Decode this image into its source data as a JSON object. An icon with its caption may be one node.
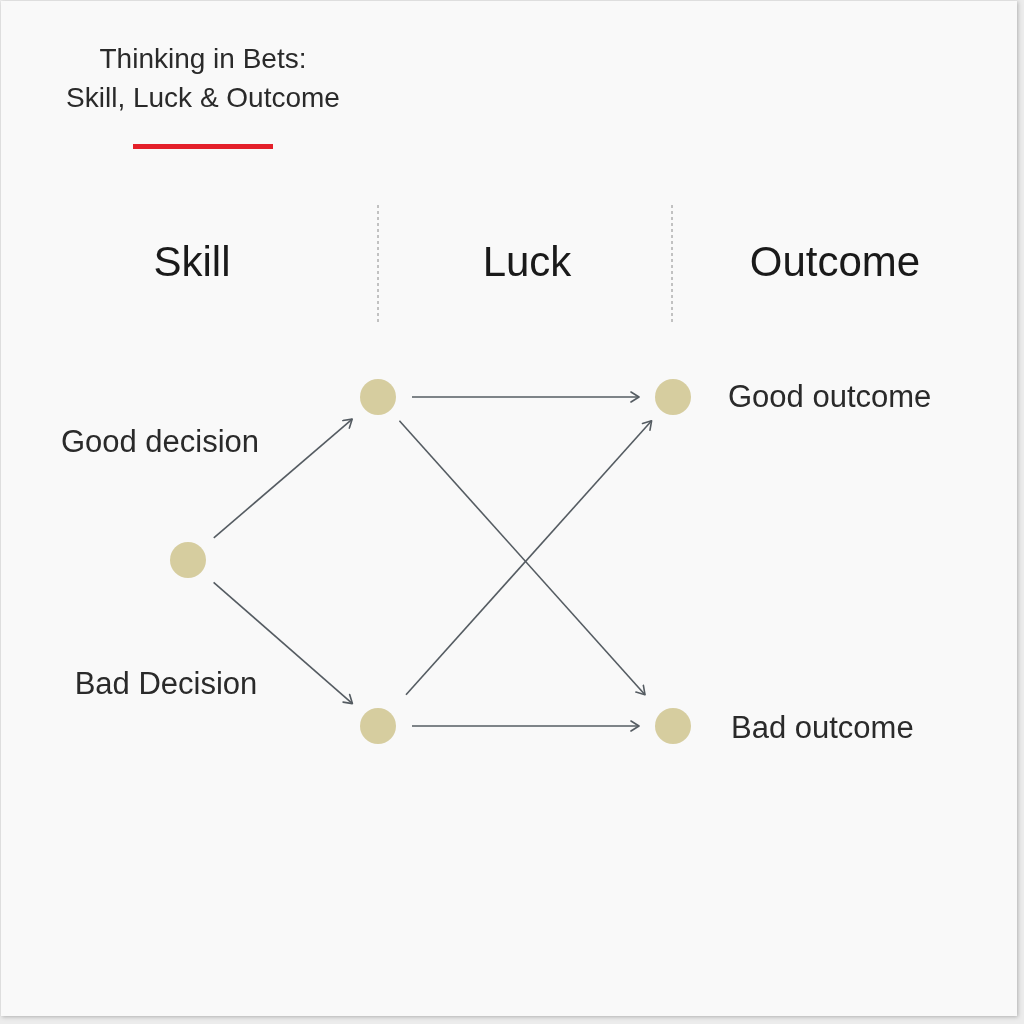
{
  "diagram": {
    "title": "Thinking in Bets: Skill, Luck & Outcome",
    "nodes": [
      {
        "text": [],
        "shape": "circle"
      },
      {
        "text": [],
        "shape": "circle"
      },
      {
        "text": [],
        "shape": "circle"
      },
      {
        "text": [],
        "shape": "circle",
        "beside": [
          "Good outcome"
        ]
      },
      {
        "text": [],
        "shape": "circle",
        "beside": [
          "Bad outcome"
        ]
      }
    ],
    "edges": [
      {
        "from": 0,
        "to": 1,
        "arrow": "to",
        "label": "Good decision"
      },
      {
        "from": 0,
        "to": 2,
        "arrow": "to",
        "label": "Bad Decision"
      },
      {
        "from": 1,
        "to": 3,
        "arrow": "to"
      },
      {
        "from": 1,
        "to": 4,
        "arrow": "to"
      },
      {
        "from": 2,
        "to": 3,
        "arrow": "to"
      },
      {
        "from": 2,
        "to": 4,
        "arrow": "to"
      }
    ],
    "labels": [
      "Skill",
      "Luck",
      "Outcome"
    ]
  }
}
